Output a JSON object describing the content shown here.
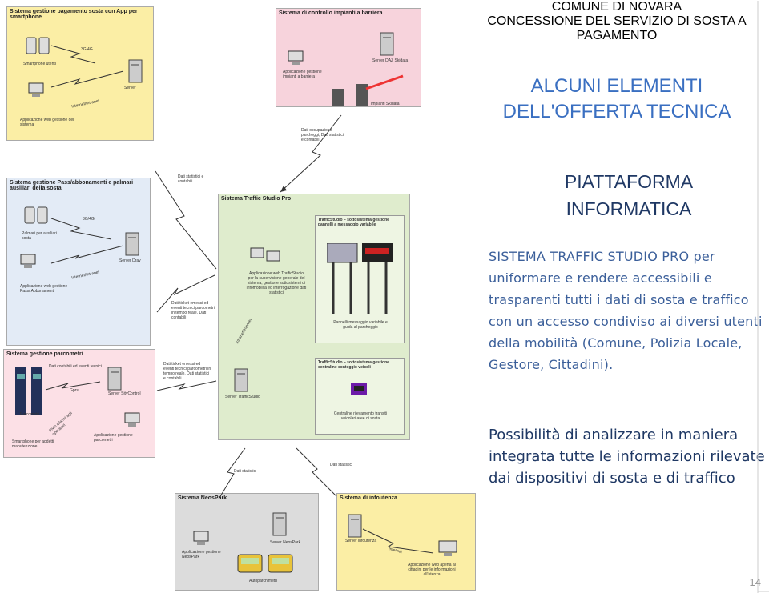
{
  "header": {
    "line1": "COMUNE DI NOVARA",
    "line2": "CONCESSIONE DEL SERVIZIO DI SOSTA A",
    "line3": "PAGAMENTO"
  },
  "section_title": {
    "line1": "ALCUNI ELEMENTI",
    "line2": "DELL'OFFERTA TECNICA"
  },
  "platform_title": {
    "line1": "PIATTAFORMA",
    "line2": "INFORMATICA"
  },
  "description": "SISTEMA TRAFFIC STUDIO PRO per uniformare e rendere accessibili e trasparenti tutti i dati di sosta e traffico con un accesso condiviso ai diversi utenti della mobilità (Comune, Polizia Locale, Gestore, Cittadini).",
  "description2": "Possibilità di analizzare in maniera integrata tutte le informazioni rilevate dai dispositivi di sosta e di traffico",
  "page_number": "14",
  "diagram": {
    "box_app": {
      "title": "Sistema gestione pagamento sosta con App per smartphone",
      "smartphone": "Smartphone utenti",
      "net": "3G/4G",
      "internet": "Internet/Intranet",
      "server": "Server",
      "app": "Applicazione web gestione del sistema"
    },
    "box_barriere": {
      "title": "Sistema di controllo impianti a barriera",
      "app": "Applicazione gestione impianti a barriera",
      "server": "Server DAZ Skidata",
      "impianti": "Impianti Skidata"
    },
    "box_pass": {
      "title": "Sistema gestione Pass/abbonamenti e palmari ausiliari della sosta",
      "palmari": "Palmari per ausiliari sosta",
      "net": "3G/4G",
      "internet": "Internet/Intranet",
      "server": "Server Drav",
      "app": "Applicazione web gestione Pass/ Abbonamenti"
    },
    "box_parcometri": {
      "title": "Sistema gestione parcometri",
      "dati": "Dati contabili ed eventi tecnici",
      "gprs": "Gprs",
      "server": "Server SityControl",
      "parcometri": "Parcometri",
      "allarmi": "Invio allarmi agli operatori",
      "smartphone": "Smartphone per addetti manutenzione",
      "app": "Applicazione gestione parcometri"
    },
    "box_traffic": {
      "title": "Sistema Traffic Studio Pro",
      "app": "Applicazione web TrafficStudio per la supervisione generale del sistema, gestione sottosistemi di infomobilità ed interrogazione dati statistici",
      "internet": "Intranet/Internet",
      "server": "Server TrafficStudio",
      "sub1_title": "TrafficStudio – sottosistema gestione pannelli a messaggio variabile",
      "sub1_caption": "Pannelli messaggio variabile e guida al parcheggio",
      "sub2_title": "TrafficStudio – sottosistema gestione centraline conteggio veicoli",
      "sub2_caption": "Centraline rilevamento transiti veicolari aree di sosta"
    },
    "box_neospark": {
      "title": "Sistema NeosPark",
      "server": "Server NeosPark",
      "app": "Applicazione gestione NeosPark",
      "auto": "Autoparchimetri"
    },
    "box_infoutenza": {
      "title": "Sistema di infoutenza",
      "server": "Server infoutenza",
      "internet": "Internet",
      "app": "Applicazione web aperta ai cittadini per le informazioni all'utenza"
    },
    "links": {
      "l1": "Dati occupazione parcheggi, Dati statistici e contabili",
      "l2": "Dati statistici e contabili",
      "l3": "Dati ticket emessi ed eventi tecnici parcometri in tempo reale. Dati contabili",
      "l4": "Dati ticket emessi ed eventi tecnici parcometri in tempo reale. Dati statistici e contabili",
      "l5": "Dati statistici",
      "l6": "Dati statistici"
    }
  }
}
